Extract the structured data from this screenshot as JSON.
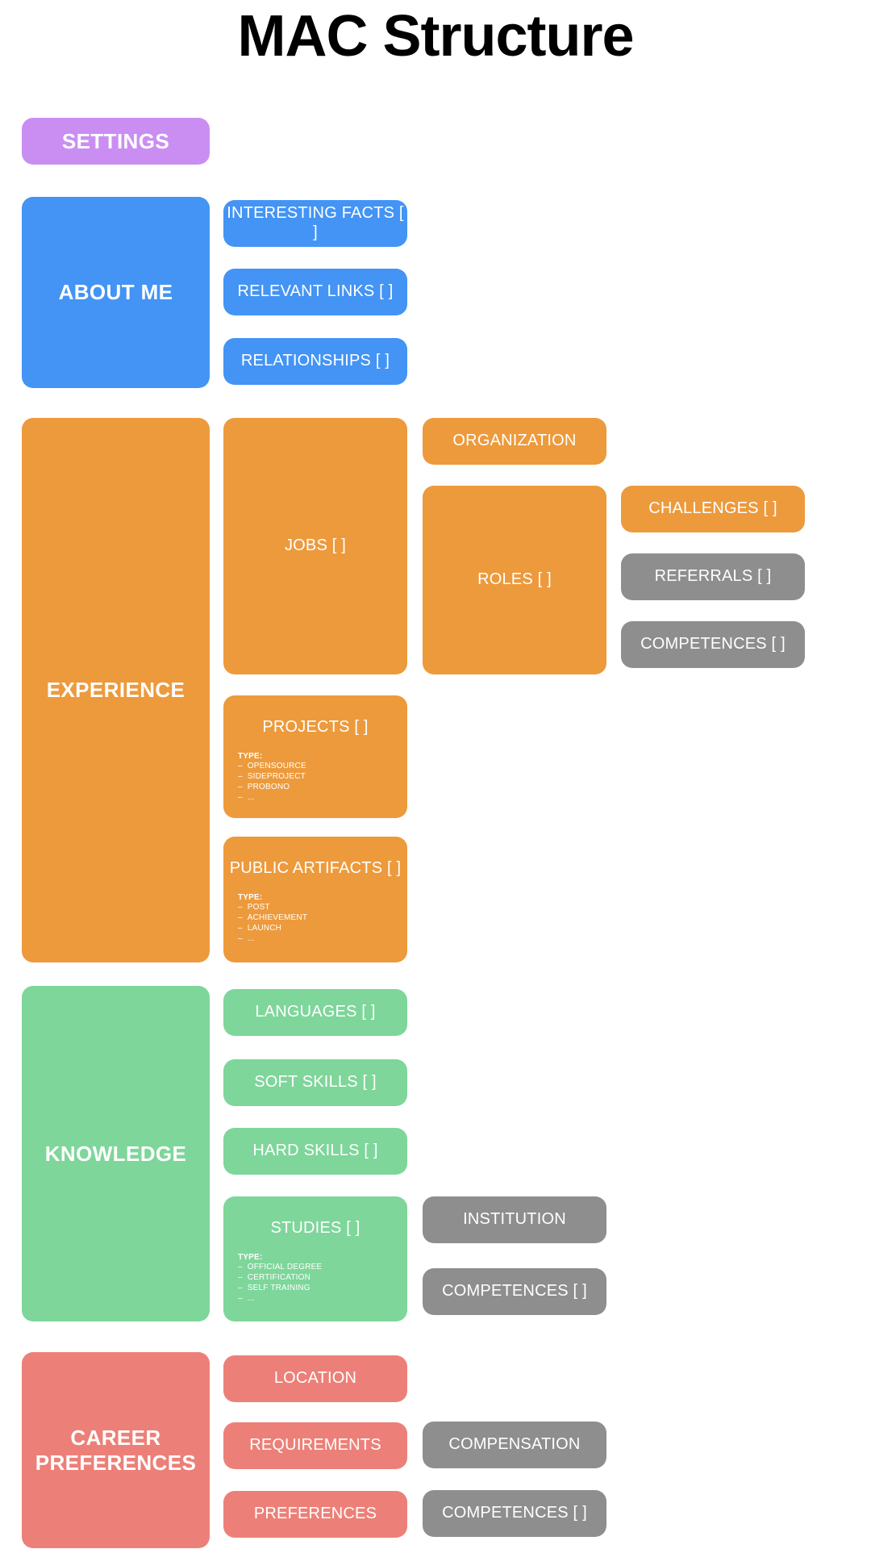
{
  "page": {
    "title": "MAC Structure"
  },
  "colors": {
    "settings": "#ca8ef2",
    "about_me": "#4394f5",
    "experience": "#ed9a3c",
    "knowledge": "#7ed69a",
    "career_preferences": "#ec8078",
    "shared": "#8e8e8e",
    "background": "#ffffff",
    "title_text": "#000000",
    "box_text": "#ffffff"
  },
  "labels": {
    "type_heading": "TYPE:",
    "bullet": "–"
  },
  "sections": [
    {
      "id": "settings",
      "label": "SETTINGS",
      "color": "settings",
      "children": []
    },
    {
      "id": "about-me",
      "label": "ABOUT ME",
      "color": "about_me",
      "children": [
        {
          "id": "interesting-facts",
          "label": "INTERESTING FACTS [ ]",
          "color": "about_me"
        },
        {
          "id": "relevant-links",
          "label": "RELEVANT LINKS [ ]",
          "color": "about_me"
        },
        {
          "id": "relationships",
          "label": "RELATIONSHIPS [ ]",
          "color": "about_me"
        }
      ]
    },
    {
      "id": "experience",
      "label": "EXPERIENCE",
      "color": "experience",
      "children": [
        {
          "id": "jobs",
          "label": "JOBS [ ]",
          "color": "experience"
        },
        {
          "id": "organization",
          "label": "ORGANIZATION",
          "color": "experience"
        },
        {
          "id": "roles",
          "label": "ROLES [ ]",
          "color": "experience"
        },
        {
          "id": "challenges",
          "label": "CHALLENGES [ ]",
          "color": "experience"
        },
        {
          "id": "referrals",
          "label": "REFERRALS [ ]",
          "color": "shared"
        },
        {
          "id": "competences-experience",
          "label": "COMPETENCES [ ]",
          "color": "shared"
        },
        {
          "id": "projects",
          "label": "PROJECTS [ ]",
          "color": "experience",
          "type_heading": "TYPE:",
          "types": [
            "OPENSOURCE",
            "SIDEPROJECT",
            "PROBONO",
            "..."
          ]
        },
        {
          "id": "public-artifacts",
          "label": "PUBLIC ARTIFACTS [ ]",
          "color": "experience",
          "type_heading": "TYPE:",
          "types": [
            "POST",
            "ACHIEVEMENT",
            "LAUNCH",
            "..."
          ]
        }
      ]
    },
    {
      "id": "knowledge",
      "label": "KNOWLEDGE",
      "color": "knowledge",
      "children": [
        {
          "id": "languages",
          "label": "LANGUAGES [ ]",
          "color": "knowledge"
        },
        {
          "id": "soft-skills",
          "label": "SOFT SKILLS [ ]",
          "color": "knowledge"
        },
        {
          "id": "hard-skills",
          "label": "HARD SKILLS [ ]",
          "color": "knowledge"
        },
        {
          "id": "studies",
          "label": "STUDIES [ ]",
          "color": "knowledge",
          "type_heading": "TYPE:",
          "types": [
            "OFFICIAL DEGREE",
            "CERTIFICATION",
            "SELF TRAINING",
            "..."
          ]
        },
        {
          "id": "institution",
          "label": "INSTITUTION",
          "color": "shared"
        },
        {
          "id": "competences-knowledge",
          "label": "COMPETENCES [ ]",
          "color": "shared"
        }
      ]
    },
    {
      "id": "career-preferences",
      "label": "CAREER PREFERENCES",
      "color": "career_preferences",
      "children": [
        {
          "id": "location",
          "label": "LOCATION",
          "color": "career_preferences"
        },
        {
          "id": "requirements",
          "label": "REQUIREMENTS",
          "color": "career_preferences"
        },
        {
          "id": "preferences",
          "label": "PREFERENCES",
          "color": "career_preferences"
        },
        {
          "id": "compensation",
          "label": "COMPENSATION",
          "color": "shared"
        },
        {
          "id": "competences-career",
          "label": "COMPETENCES [ ]",
          "color": "shared"
        }
      ]
    }
  ]
}
